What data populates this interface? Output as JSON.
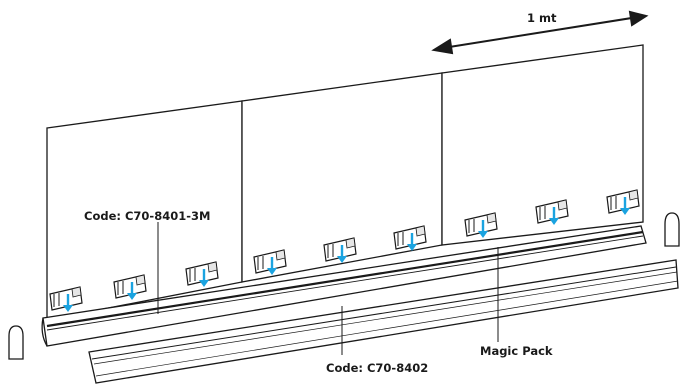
{
  "labels": {
    "width": "1 mt",
    "panel_code": "Code: C70-8401-3M",
    "rail_code": "Code: C70-8402",
    "clip": "Magic Pack"
  },
  "colors": {
    "line": "#1a1a1a",
    "arrow": "#1aa3e0",
    "clip_fill": "#ffffff",
    "rail_fill": "#ffffff"
  },
  "diagram": {
    "panel_count": 3,
    "clips_per_panel": 3,
    "icons": [
      "clip-icon",
      "down-arrow-icon",
      "dimension-arrow-icon",
      "end-cap-icon"
    ]
  }
}
